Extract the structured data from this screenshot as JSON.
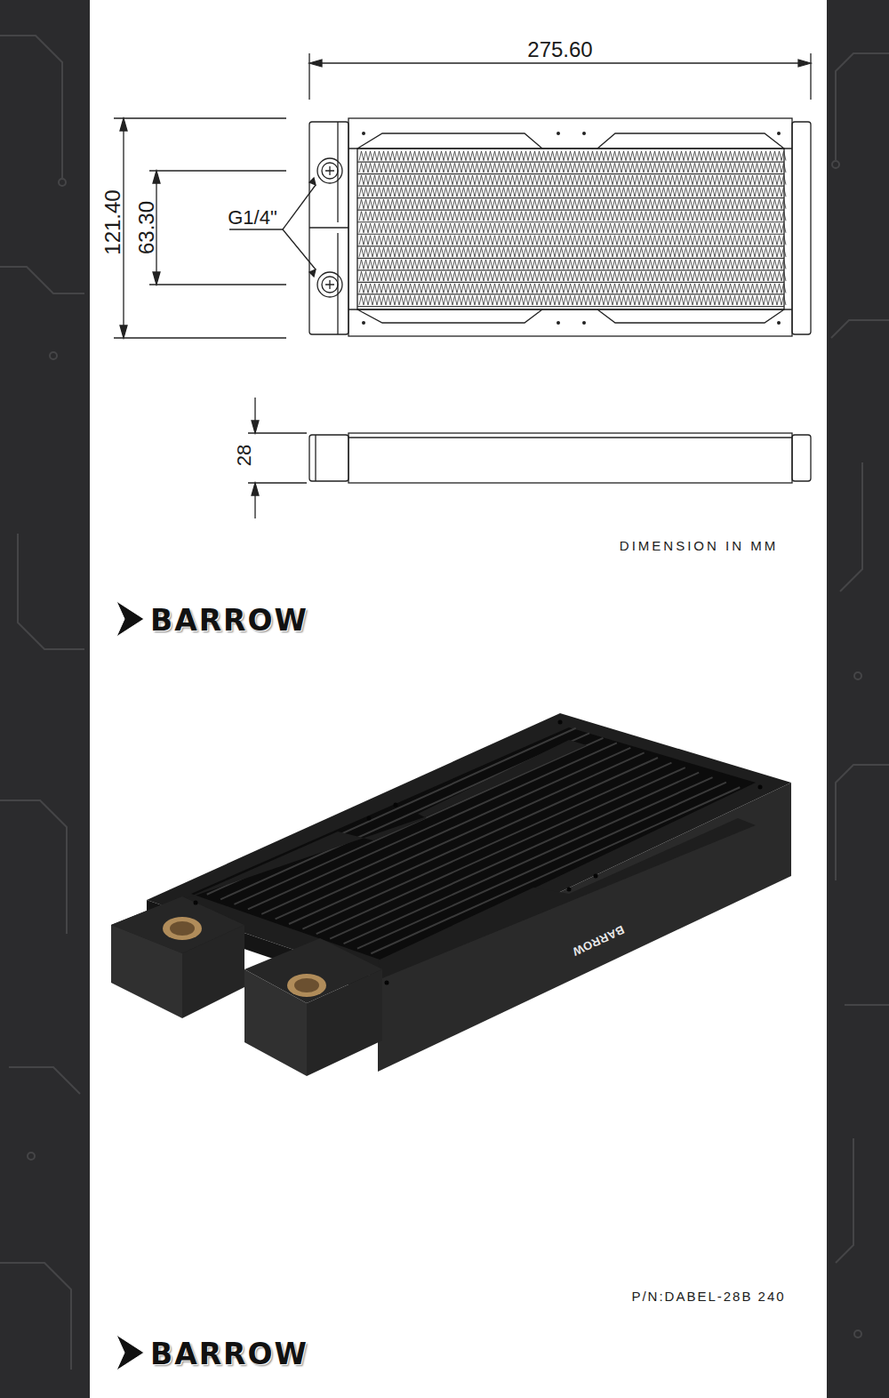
{
  "diagram": {
    "labels": [
      "275.60",
      "121.40",
      "63.30",
      "G1/4\"",
      "28",
      "DIMENSION IN MM",
      "BARROW",
      "BARROW",
      "P/N:DABEL-28B 240",
      "BARROW"
    ]
  }
}
